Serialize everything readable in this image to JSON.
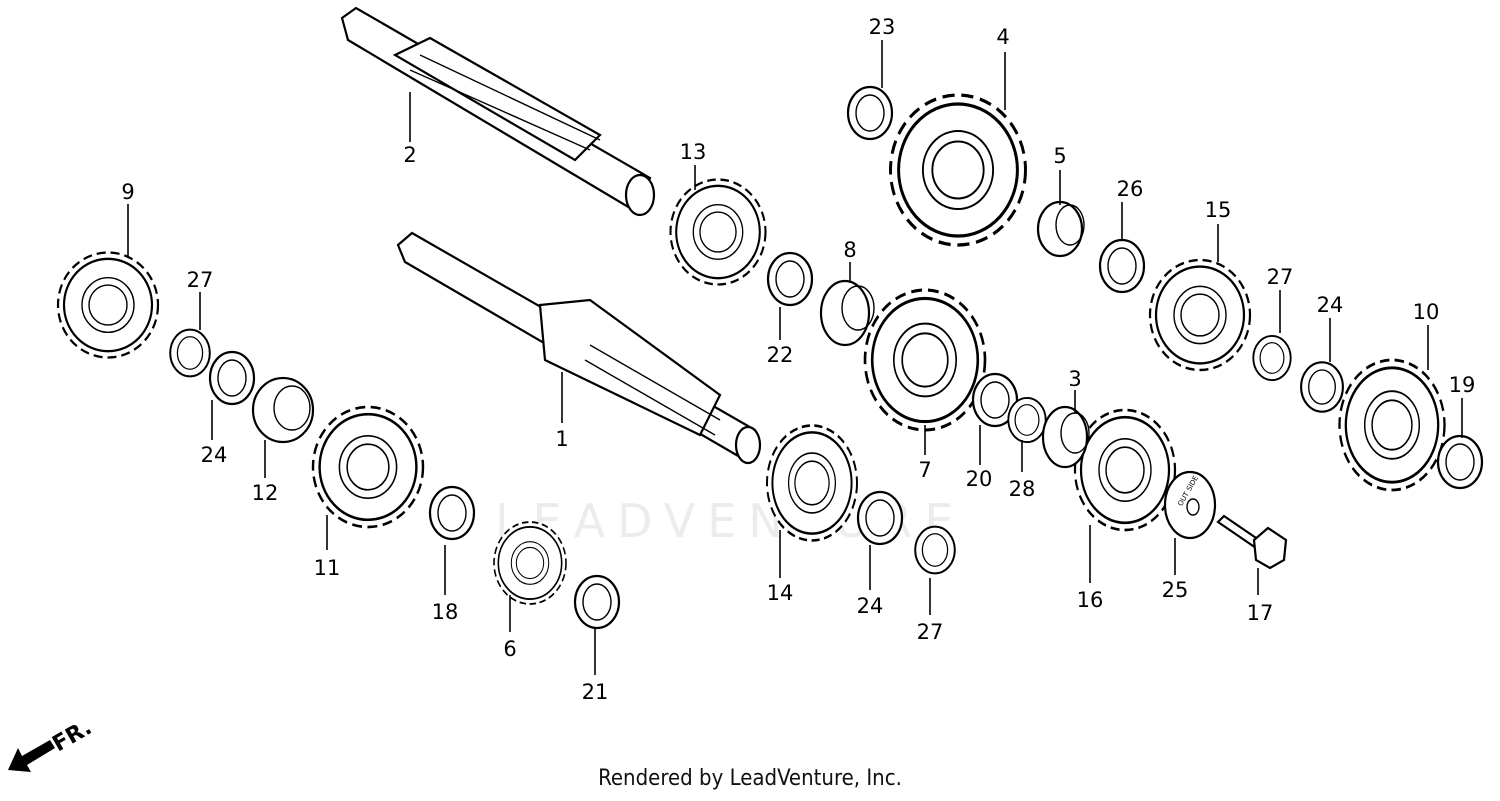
{
  "parts": [
    {
      "id": "p1",
      "label": "1"
    },
    {
      "id": "p2",
      "label": "2"
    },
    {
      "id": "p3",
      "label": "3"
    },
    {
      "id": "p4",
      "label": "4"
    },
    {
      "id": "p5",
      "label": "5"
    },
    {
      "id": "p6",
      "label": "6"
    },
    {
      "id": "p7",
      "label": "7"
    },
    {
      "id": "p8",
      "label": "8"
    },
    {
      "id": "p9",
      "label": "9"
    },
    {
      "id": "p10",
      "label": "10"
    },
    {
      "id": "p11",
      "label": "11"
    },
    {
      "id": "p12",
      "label": "12"
    },
    {
      "id": "p13",
      "label": "13"
    },
    {
      "id": "p14",
      "label": "14"
    },
    {
      "id": "p15",
      "label": "15"
    },
    {
      "id": "p16",
      "label": "16"
    },
    {
      "id": "p17",
      "label": "17"
    },
    {
      "id": "p18",
      "label": "18"
    },
    {
      "id": "p19",
      "label": "19"
    },
    {
      "id": "p20",
      "label": "20"
    },
    {
      "id": "p21",
      "label": "21"
    },
    {
      "id": "p22",
      "label": "22"
    },
    {
      "id": "p23",
      "label": "23"
    },
    {
      "id": "p24a",
      "label": "24"
    },
    {
      "id": "p24b",
      "label": "24"
    },
    {
      "id": "p24c",
      "label": "24"
    },
    {
      "id": "p25",
      "label": "25"
    },
    {
      "id": "p26",
      "label": "26"
    },
    {
      "id": "p27a",
      "label": "27"
    },
    {
      "id": "p27b",
      "label": "27"
    },
    {
      "id": "p27c",
      "label": "27"
    },
    {
      "id": "p28",
      "label": "28"
    }
  ],
  "direction_label": "FR.",
  "washer_marking": "OUT SIDE",
  "watermark": "LEADVENTURE",
  "footer": "Rendered by LeadVenture, Inc."
}
